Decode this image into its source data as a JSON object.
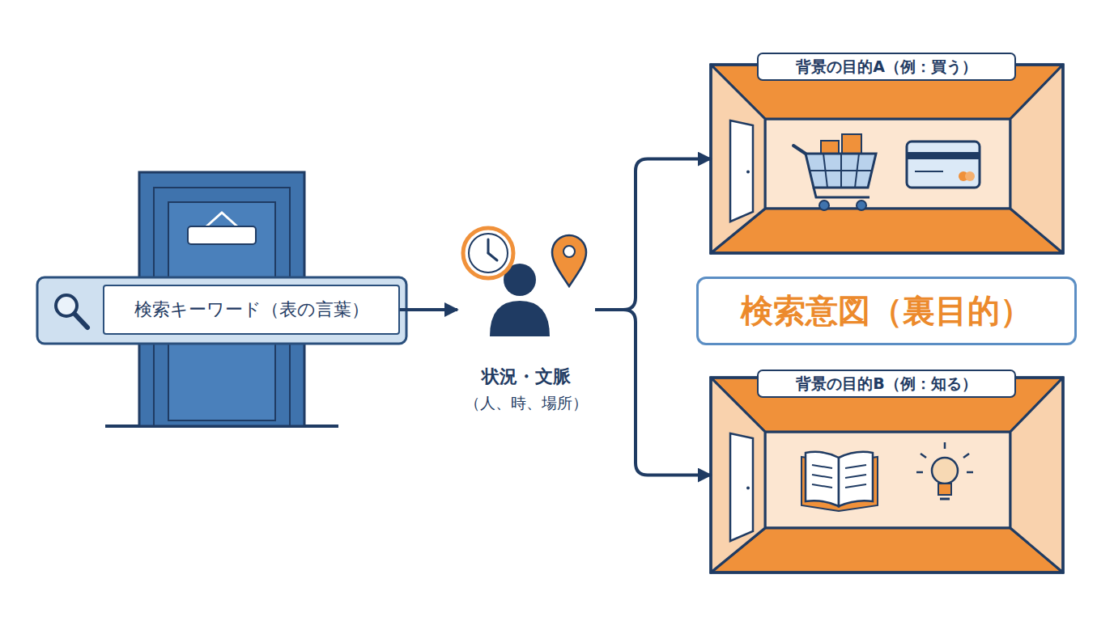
{
  "diagram": {
    "nodes": [
      {
        "text": [
          "検索キーワード（表の言葉）"
        ]
      },
      {
        "text": [
          "状況・文脈",
          "（人、時、場所）"
        ]
      },
      {
        "text": [
          "背景の目的A（例：買う）"
        ]
      },
      {
        "text": [
          "検索意図（裏目的）"
        ]
      },
      {
        "text": [
          "背景の目的B（例：知る）"
        ]
      }
    ],
    "edges": [
      {
        "from": 0,
        "to": 1,
        "arrow": "to"
      },
      {
        "from": 1,
        "to": 2,
        "arrow": "to"
      },
      {
        "from": 1,
        "to": 4,
        "arrow": "to"
      }
    ]
  }
}
